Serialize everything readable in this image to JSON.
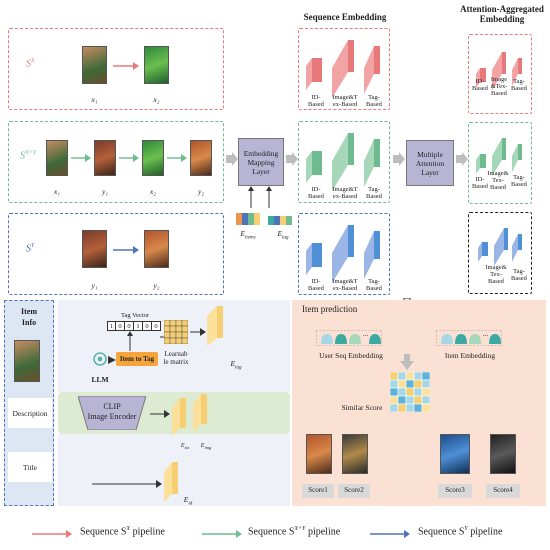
{
  "headers": {
    "sequence_embedding": "Sequence Embedding",
    "attention_aggregated": "Attention-Aggregated\nEmbedding"
  },
  "rows": {
    "sx": {
      "label": "S",
      "sup": "X",
      "color": "#e8797a",
      "items": [
        "x₁",
        "x₂"
      ]
    },
    "sxy": {
      "label": "S",
      "sup": "X+Y",
      "color": "#6fba8f",
      "items": [
        "x₁",
        "y₁",
        "x₂",
        "y₂"
      ]
    },
    "sy": {
      "label": "S",
      "sup": "Y",
      "color": "#4f73b8",
      "items": [
        "y₁",
        "y₂"
      ]
    }
  },
  "embedding_labels": {
    "three": [
      "ID-\nBased",
      "Image&T\nex-Based",
      "Tag-\nBased"
    ],
    "attn_x": [
      "ID-\nBased",
      "Image\n&Tex-\nBased",
      "Tag-\nBased"
    ],
    "attn_xy": [
      "ID-\nBased",
      "Image&\nTex-\nBased",
      "Tag-\nBased"
    ],
    "attn_y": [
      "Image&\nTex-\nBased",
      "Tag-\nBased"
    ]
  },
  "layers": {
    "embedding_mapping": "Embedding\nMapping\nLayer",
    "multiple_attention": "Multiple\nAttention\nLayer",
    "e_items": "E",
    "e_items_sub": "items",
    "e_tag": "E",
    "e_tag_sub": "tag"
  },
  "item_info": {
    "title": "Item\nInfo",
    "description": "Description",
    "title_field": "Title",
    "tag_vector": "Tag Vector",
    "tag_bits": [
      "1",
      "0",
      "0",
      "1",
      "0",
      "0"
    ],
    "item_to_tag": "Item to Tag",
    "llm": "LLM",
    "learnable": "Learnab\nle matrix",
    "e_tag": "E",
    "e_tag_sub": "tag",
    "clip": "CLIP\nImage Encoder",
    "e_txt": "E",
    "e_txt_sub": "txt",
    "e_img": "E",
    "e_img_sub": "img",
    "e_id": "E",
    "e_id_sub": "id"
  },
  "prediction": {
    "title": "Item prediction",
    "user_seq": "User Seq Embedding",
    "item_emb": "Item Embedding",
    "dots": "...",
    "similar": "Similar Score",
    "scores": [
      "Score1",
      "Score2",
      "Score3",
      "Score4"
    ]
  },
  "legend": [
    {
      "label": "Sequence S",
      "sup": "X",
      "suffix": " pipeline",
      "color": "#e8797a"
    },
    {
      "label": "Sequence S",
      "sup": "X+Y",
      "suffix": " pipeline",
      "color": "#6fba8f"
    },
    {
      "label": "Sequence S",
      "sup": "Y",
      "suffix": " pipeline",
      "color": "#4f73b8"
    }
  ],
  "colors": {
    "red": "#e8797a",
    "green": "#6fba8f",
    "blue": "#4f73b8",
    "purple": "#b8b4d4",
    "orange_bg": "#fbe1d3",
    "blue_bg": "#dde7f3",
    "green_bg": "#dcebd2",
    "yellow": "#f6cf72",
    "teal": "#5fb3a6"
  }
}
